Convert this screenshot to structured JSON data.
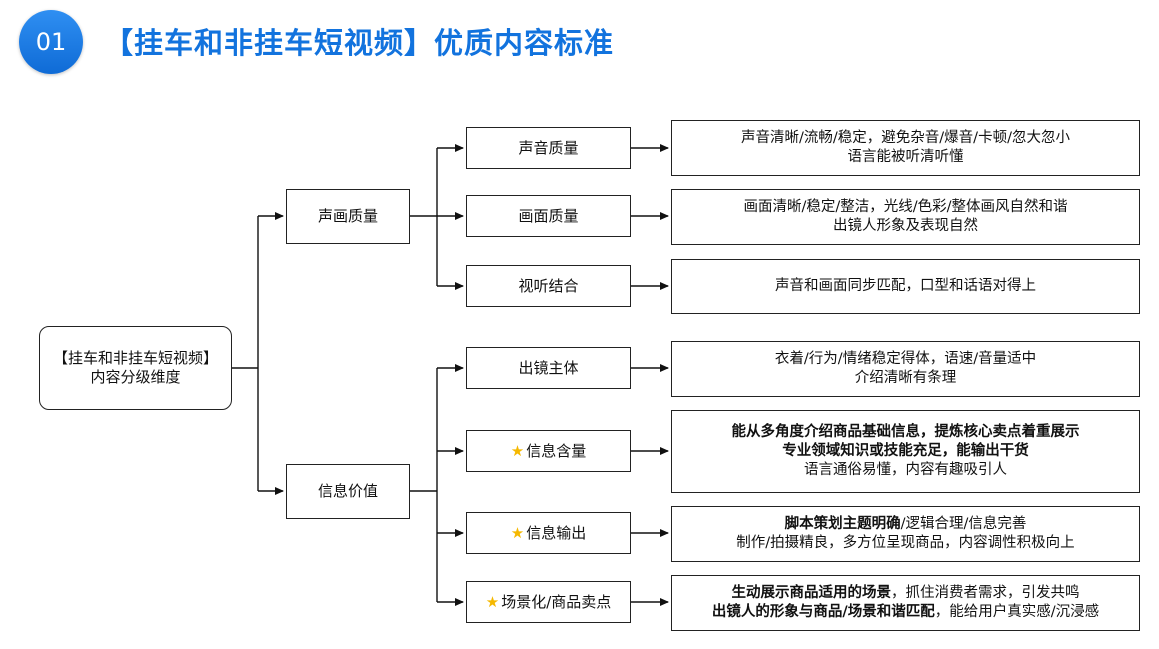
{
  "header": {
    "badge": "01",
    "title": "【挂车和非挂车短视频】优质内容标准"
  },
  "root": {
    "line1": "【挂车和非挂车短视频】",
    "line2": "内容分级维度"
  },
  "categories": [
    {
      "label": "声画质量",
      "items": [
        {
          "label": "声音质量",
          "desc": [
            {
              "text": "声音清晰/流畅/稳定，避免杂音/爆音/卡顿/忽大忽小"
            },
            {
              "text": "语言能被听清听懂"
            }
          ]
        },
        {
          "label": "画面质量",
          "desc": [
            {
              "text": "画面清晰/稳定/整洁，光线/色彩/整体画风自然和谐"
            },
            {
              "text": "出镜人形象及表现自然"
            }
          ]
        },
        {
          "label": "视听结合",
          "desc": [
            {
              "text": "声音和画面同步匹配，口型和话语对得上"
            }
          ]
        }
      ]
    },
    {
      "label": "信息价值",
      "items": [
        {
          "label": "出镜主体",
          "desc": [
            {
              "text": "衣着/行为/情绪稳定得体，语速/音量适中"
            },
            {
              "text": "介绍清晰有条理"
            }
          ]
        },
        {
          "label": "信息含量",
          "star": true,
          "desc": [
            {
              "text": "能从多角度介绍商品基础信息，提炼核心卖点着重展示",
              "bold": true
            },
            {
              "text": "专业领域知识或技能充足，能输出干货",
              "bold": true
            },
            {
              "text": "语言通俗易懂，内容有趣吸引人"
            }
          ]
        },
        {
          "label": "信息输出",
          "star": true,
          "desc": [
            {
              "bold_part": "脚本策划主题明确",
              "rest": "/逻辑合理/信息完善"
            },
            {
              "text": "制作/拍摄精良，多方位呈现商品，内容调性积极向上"
            }
          ]
        },
        {
          "label": "场景化/商品卖点",
          "star": true,
          "desc": [
            {
              "bold_part": "生动展示商品适用的场景",
              "rest": "，抓住消费者需求，引发共鸣"
            },
            {
              "bold_part": "出镜人的形象与商品/场景和谐匹配",
              "rest": "，能给用户真实感/沉浸感"
            }
          ]
        }
      ]
    }
  ]
}
